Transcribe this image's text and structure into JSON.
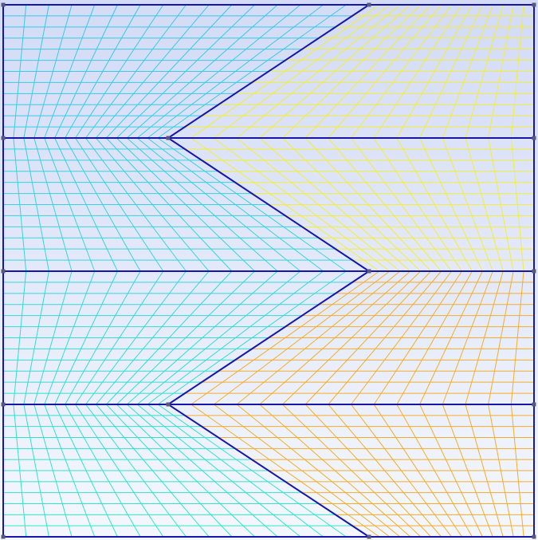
{
  "viewport": {
    "background_top": "#d3dbf6",
    "background_bottom": "#f4f7fd"
  },
  "mesh": {
    "boundary_color": "#1616a8",
    "node_color": "#5a5a78",
    "regions": [
      {
        "id": "left",
        "colors": [
          "#36c8e8",
          "#2ee8c8"
        ]
      },
      {
        "id": "right-upper",
        "color": "#f2ee3a"
      },
      {
        "id": "right-lower",
        "color": "#f5ad28"
      }
    ]
  }
}
